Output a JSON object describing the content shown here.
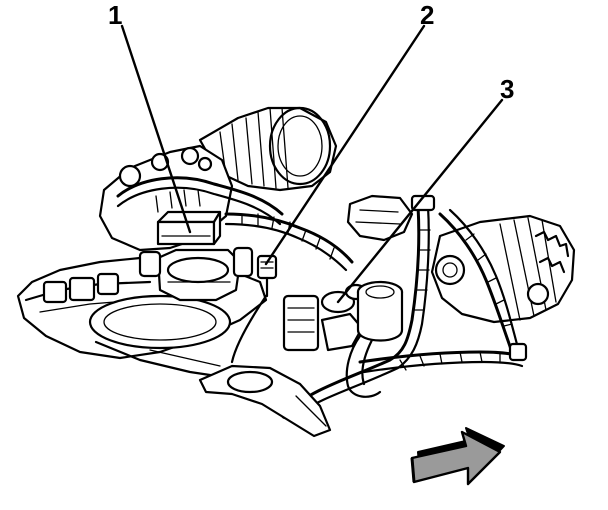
{
  "callouts": [
    {
      "id": 1,
      "label": "1"
    },
    {
      "id": 2,
      "label": "2"
    },
    {
      "id": 3,
      "label": "3"
    }
  ],
  "arrow": {
    "icon": "front-direction-arrow-icon"
  },
  "colors": {
    "ink": "#000000",
    "paper": "#ffffff",
    "arrow_gray": "#9a9a9a"
  }
}
